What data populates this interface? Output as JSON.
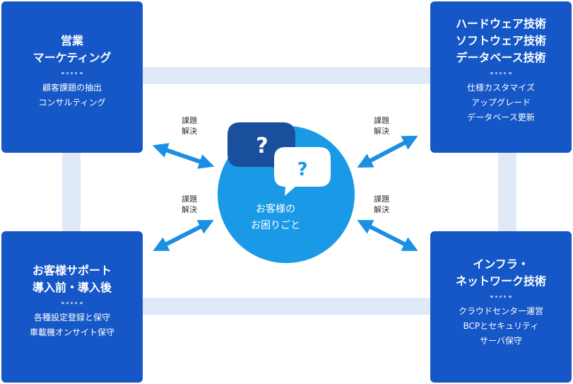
{
  "center": {
    "title": "お客様の\nお困りごと",
    "q_mark": "?"
  },
  "arrow_label": "課題\n解決",
  "boxes": {
    "marketing": {
      "title": "営業\nマーケティング",
      "items": [
        "顧客課題の抽出",
        "コンサルティング"
      ]
    },
    "tech": {
      "title": "ハードウェア技術\nソフトウェア技術\nデータベース技術",
      "items": [
        "仕様カスタマイズ",
        "アップグレード",
        "データベース更新"
      ]
    },
    "support": {
      "title": "お客様サポート\n導入前・導入後",
      "items": [
        "各種設定登録と保守",
        "車載機オンサイト保守"
      ]
    },
    "infra": {
      "title": "インフラ・\nネットワーク技術",
      "items": [
        "クラウドセンター運営",
        "BCPとセキュリティ",
        "サーバ保守"
      ]
    }
  },
  "colors": {
    "box": "#1557c6",
    "band": "#dfe9f7",
    "circle": "#1a9ae6",
    "bubble_dark": "#1a4f9e",
    "arrow": "#1a8fe3"
  }
}
